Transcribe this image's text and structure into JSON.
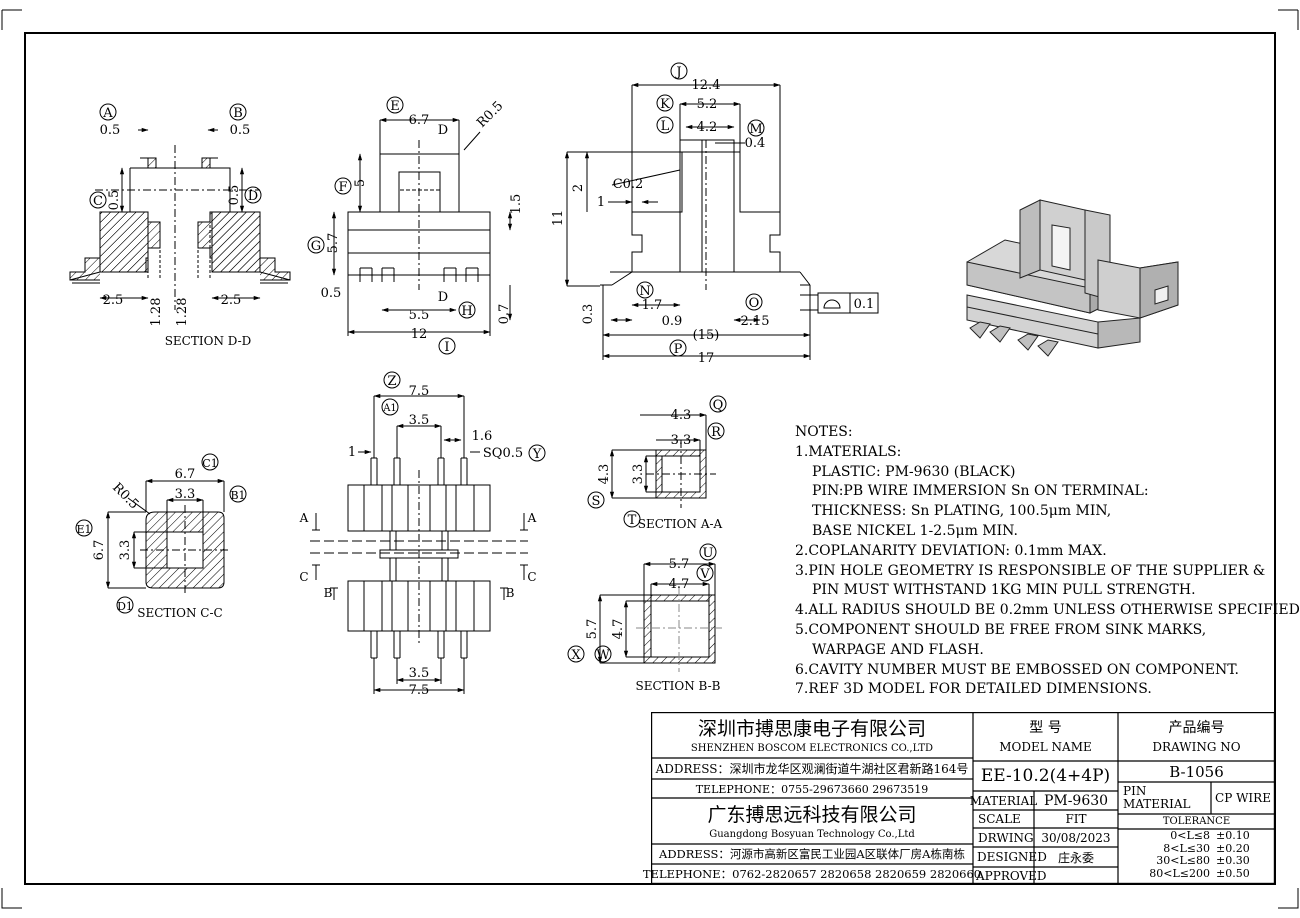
{
  "labels": {
    "sec_dd": "SECTION D-D",
    "sec_cc": "SECTION C-C",
    "sec_aa": "SECTION A-A",
    "sec_bb": "SECTION B-B",
    "A": "A",
    "B": "B",
    "C": "C",
    "D": "D",
    "E": "E",
    "F": "F",
    "G": "G",
    "H": "H",
    "I": "I",
    "J": "J",
    "K": "K",
    "L": "L",
    "M": "M",
    "N": "N",
    "O": "O",
    "P": "P",
    "Q": "Q",
    "R": "R",
    "S": "S",
    "T": "T",
    "U": "U",
    "V": "V",
    "W": "W",
    "X": "X",
    "Y": "Y",
    "Z": "Z",
    "A1": "A1",
    "B1": "B1",
    "C1": "C1",
    "D1": "D1",
    "E1": "E1"
  },
  "dims": {
    "d05": "0.5",
    "d25": "2.5",
    "d128": "1.28",
    "d67": "6.7",
    "r05": "R0.5",
    "d5": "5",
    "d15": "1.5",
    "d57": "5.7",
    "d55": "5.5",
    "d07": "0.7",
    "d12": "12",
    "d124": "12.4",
    "d52": "5.2",
    "d42": "4.2",
    "d04": "0.4",
    "c02": "C0.2",
    "d2": "2",
    "d1": "1",
    "d11": "11",
    "d03": "0.3",
    "d17": "1.7",
    "d09": "0.9",
    "d215": "2.15",
    "d15p": "(15)",
    "d17b": "17",
    "d01": "0.1",
    "d75": "7.5",
    "d35": "3.5",
    "d16": "1.6",
    "sq05": "SQ0.5",
    "d33": "3.3",
    "d43": "4.3",
    "d47": "4.7"
  },
  "notes": [
    "NOTES:",
    "1.MATERIALS:",
    "PLASTIC: PM-9630 (BLACK)",
    "PIN:PB WIRE IMMERSION Sn ON TERMINAL:",
    "THICKNESS: Sn PLATING, 100.5μm MIN,",
    "BASE NICKEL 1-2.5μm MIN.",
    "2.COPLANARITY DEVIATION: 0.1mm MAX.",
    "3.PIN HOLE GEOMETRY IS RESPONSIBLE OF THE SUPPLIER &",
    "PIN MUST WITHSTAND 1KG MIN PULL STRENGTH.",
    "4.ALL RADIUS SHOULD BE 0.2mm UNLESS OTHERWISE SPECIFIED.",
    "5.COMPONENT SHOULD BE FREE FROM SINK MARKS,",
    "WARPAGE AND FLASH.",
    "6.CAVITY NUMBER MUST BE EMBOSSED ON COMPONENT.",
    "7.REF 3D MODEL FOR DETAILED DIMENSIONS."
  ],
  "title_block": {
    "company1_cn": "深圳市搏思康电子有限公司",
    "company1_en": "SHENZHEN BOSCOM ELECTRONICS CO.,LTD",
    "address1": "ADDRESS：深圳市龙华区观澜街道牛湖社区君新路164号",
    "telephone1": "TELEPHONE：0755-29673660 29673519",
    "company2_cn": "广东搏思远科技有限公司",
    "company2_en": "Guangdong Bosyuan Technology Co.,Ltd",
    "address2": "ADDRESS：河源市高新区富民工业园A区联体厂房A栋南栋",
    "telephone2": "TELEPHONE：0762-2820657 2820658 2820659 2820660",
    "model_cn": "型    号",
    "model_en": "MODEL NAME",
    "model_value": "EE-10.2(4+4P)",
    "drawing_cn": "产品编号",
    "drawing_en": "DRAWING NO",
    "drawing_value": "B-1056",
    "material_label": "MATERIAL",
    "material_value": "PM-9630",
    "pin_material_label": "PIN MATERIAL",
    "pin_material_value": "CP WIRE",
    "scale_label": "SCALE",
    "scale_value": "FIT",
    "tolerance_label": "TOLERANCE",
    "drwing_label": "DRWING",
    "drwing_value": "30/08/2023",
    "designed_label": "DESIGNED",
    "designed_value": "庄永委",
    "approved_label": "APPROVED",
    "approved_value": "",
    "tolerances": [
      {
        "range": "0<L≤8",
        "value": "±0.10"
      },
      {
        "range": "8<L≤30",
        "value": "±0.20"
      },
      {
        "range": "30<L≤80",
        "value": "±0.30"
      },
      {
        "range": "80<L≤200",
        "value": "±0.50"
      }
    ]
  }
}
